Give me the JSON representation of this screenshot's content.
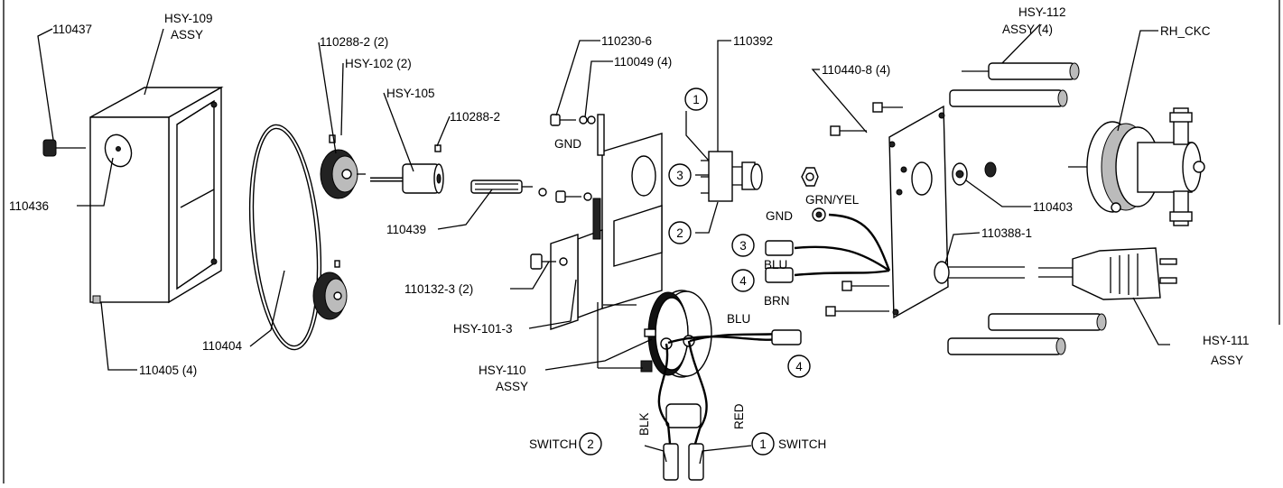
{
  "labels": {
    "p110437": "110437",
    "hsy109a": "HSY-109",
    "hsy109b": "ASSY",
    "p110436": "110436",
    "p110404": "110404",
    "p110405": "110405 (4)",
    "p110288_2x2": "110288-2 (2)",
    "hsy102": "HSY-102 (2)",
    "hsy105": "HSY-105",
    "p110288_2": "110288-2",
    "p110439": "110439",
    "p110230_6": "110230-6",
    "p110049": "110049 (4)",
    "gnd1": "GND",
    "p110392": "110392",
    "p110132_3": "110132-3 (2)",
    "hsy101_3": "HSY-101-3",
    "hsy110a": "HSY-110",
    "hsy110b": "ASSY",
    "blu_top": "BLU",
    "blk": "BLK",
    "red": "RED",
    "switch_l": "SWITCH",
    "switch_r": "SWITCH",
    "p110440_8": "110440-8 (4)",
    "grnyel": "GRN/YEL",
    "gnd2": "GND",
    "blu": "BLU",
    "brn": "BRN",
    "hsy112a": "HSY-112",
    "hsy112b": "ASSY (4)",
    "rh_ckc": "RH_CKC",
    "p110403": "110403",
    "p110388_1": "110388-1",
    "hsy111a": "HSY-111",
    "hsy111b": "ASSY"
  },
  "callouts": {
    "c1_top": "1",
    "c3_top": "3",
    "c2_top": "2",
    "c3_mid": "3",
    "c4_mid": "4",
    "c4_low": "4",
    "c2_switch": "2",
    "c1_switch": "1"
  }
}
